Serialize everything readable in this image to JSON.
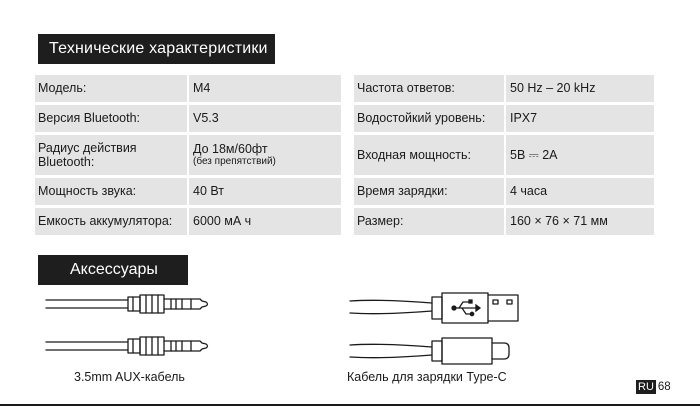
{
  "specs": {
    "title": "Технические характеристики",
    "left": [
      {
        "label": "Модель:",
        "value": "M4",
        "note": ""
      },
      {
        "label": "Версия Bluetooth:",
        "value": "V5.3",
        "note": ""
      },
      {
        "label": "Радиус действия Bluetooth:",
        "value": "До 18м/60фт",
        "note": "(без препятствий)"
      },
      {
        "label": "Мощность звука:",
        "value": "40 Вт",
        "note": ""
      },
      {
        "label": "Емкость аккумулятора:",
        "value": "6000 мА ч",
        "note": ""
      }
    ],
    "right": [
      {
        "label": "Частота ответов:",
        "value": "50 Hz – 20 kHz",
        "note": ""
      },
      {
        "label": "Водостойкий уровень:",
        "value": "IPX7",
        "note": ""
      },
      {
        "label": "Входная мощность:",
        "value": "5В ⎓ 2А",
        "note": ""
      },
      {
        "label": "Время зарядки:",
        "value": "4 часа",
        "note": ""
      },
      {
        "label": "Размер:",
        "value": "160 × 76 × 71 мм",
        "note": ""
      }
    ]
  },
  "accessories": {
    "title": "Аксессуары",
    "aux_caption": "3.5mm AUX-кабель",
    "usb_caption": "Кабель для зарядки Type-C"
  },
  "footer": {
    "lang": "RU",
    "page": "68"
  },
  "colors": {
    "header_bg": "#1e1e1e",
    "row_bg": "#e4e4e4"
  },
  "icons": [
    "aux-cable-icon",
    "usb-type-c-cable-icon",
    "usb-symbol-icon"
  ]
}
